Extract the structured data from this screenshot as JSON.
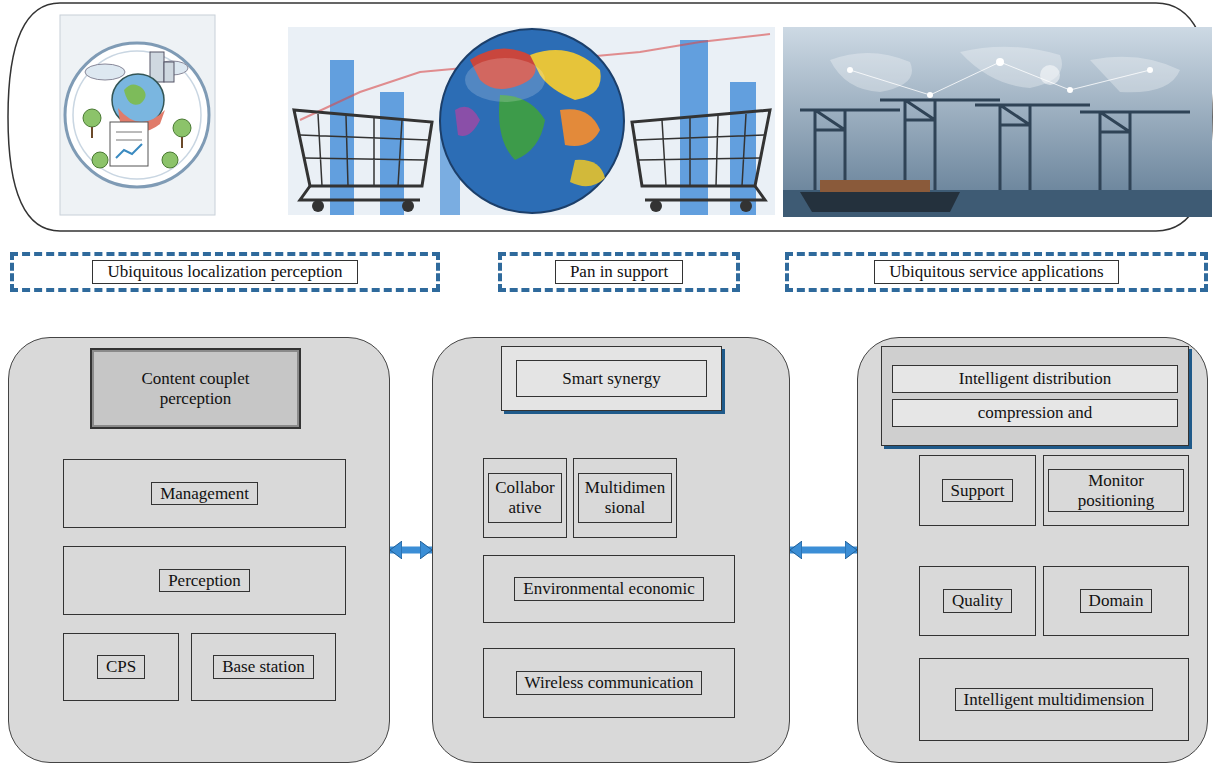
{
  "diagram": {
    "nodes": [
      {
        "text": [
          "Ubiquitous localization perception"
        ]
      },
      {
        "text": [
          "Pan in support"
        ]
      },
      {
        "text": [
          "Ubiquitous service applications"
        ]
      },
      {
        "text": []
      },
      {
        "text": [
          "Content couplet perception"
        ],
        "in": 3
      },
      {
        "text": [
          "Management"
        ],
        "in": 3
      },
      {
        "text": [
          "Perception"
        ],
        "in": 3
      },
      {
        "text": [
          "CPS"
        ],
        "in": 3
      },
      {
        "text": [
          "Base station"
        ],
        "in": 3
      },
      {
        "text": []
      },
      {
        "text": [
          "Smart synergy"
        ],
        "in": 9
      },
      {
        "text": [
          "Collabor ative"
        ],
        "in": 9
      },
      {
        "text": [
          "Multidimen sional"
        ],
        "in": 9
      },
      {
        "text": [
          "Environmental economic"
        ],
        "in": 9
      },
      {
        "text": [
          "Wireless communication"
        ],
        "in": 9
      },
      {
        "text": []
      },
      {
        "text": [
          "Intelligent distribution",
          "compression and"
        ],
        "in": 15
      },
      {
        "text": [
          "Support"
        ],
        "in": 15
      },
      {
        "text": [
          "Monitor positioning"
        ],
        "in": 15
      },
      {
        "text": [
          "Quality"
        ],
        "in": 15
      },
      {
        "text": [
          "Domain"
        ],
        "in": 15
      },
      {
        "text": [
          "Intelligent multidimension"
        ],
        "in": 15
      }
    ],
    "edges": [
      {
        "from": 3,
        "to": 9,
        "arrow": "both"
      },
      {
        "from": 9,
        "to": 15,
        "arrow": "both"
      }
    ]
  }
}
